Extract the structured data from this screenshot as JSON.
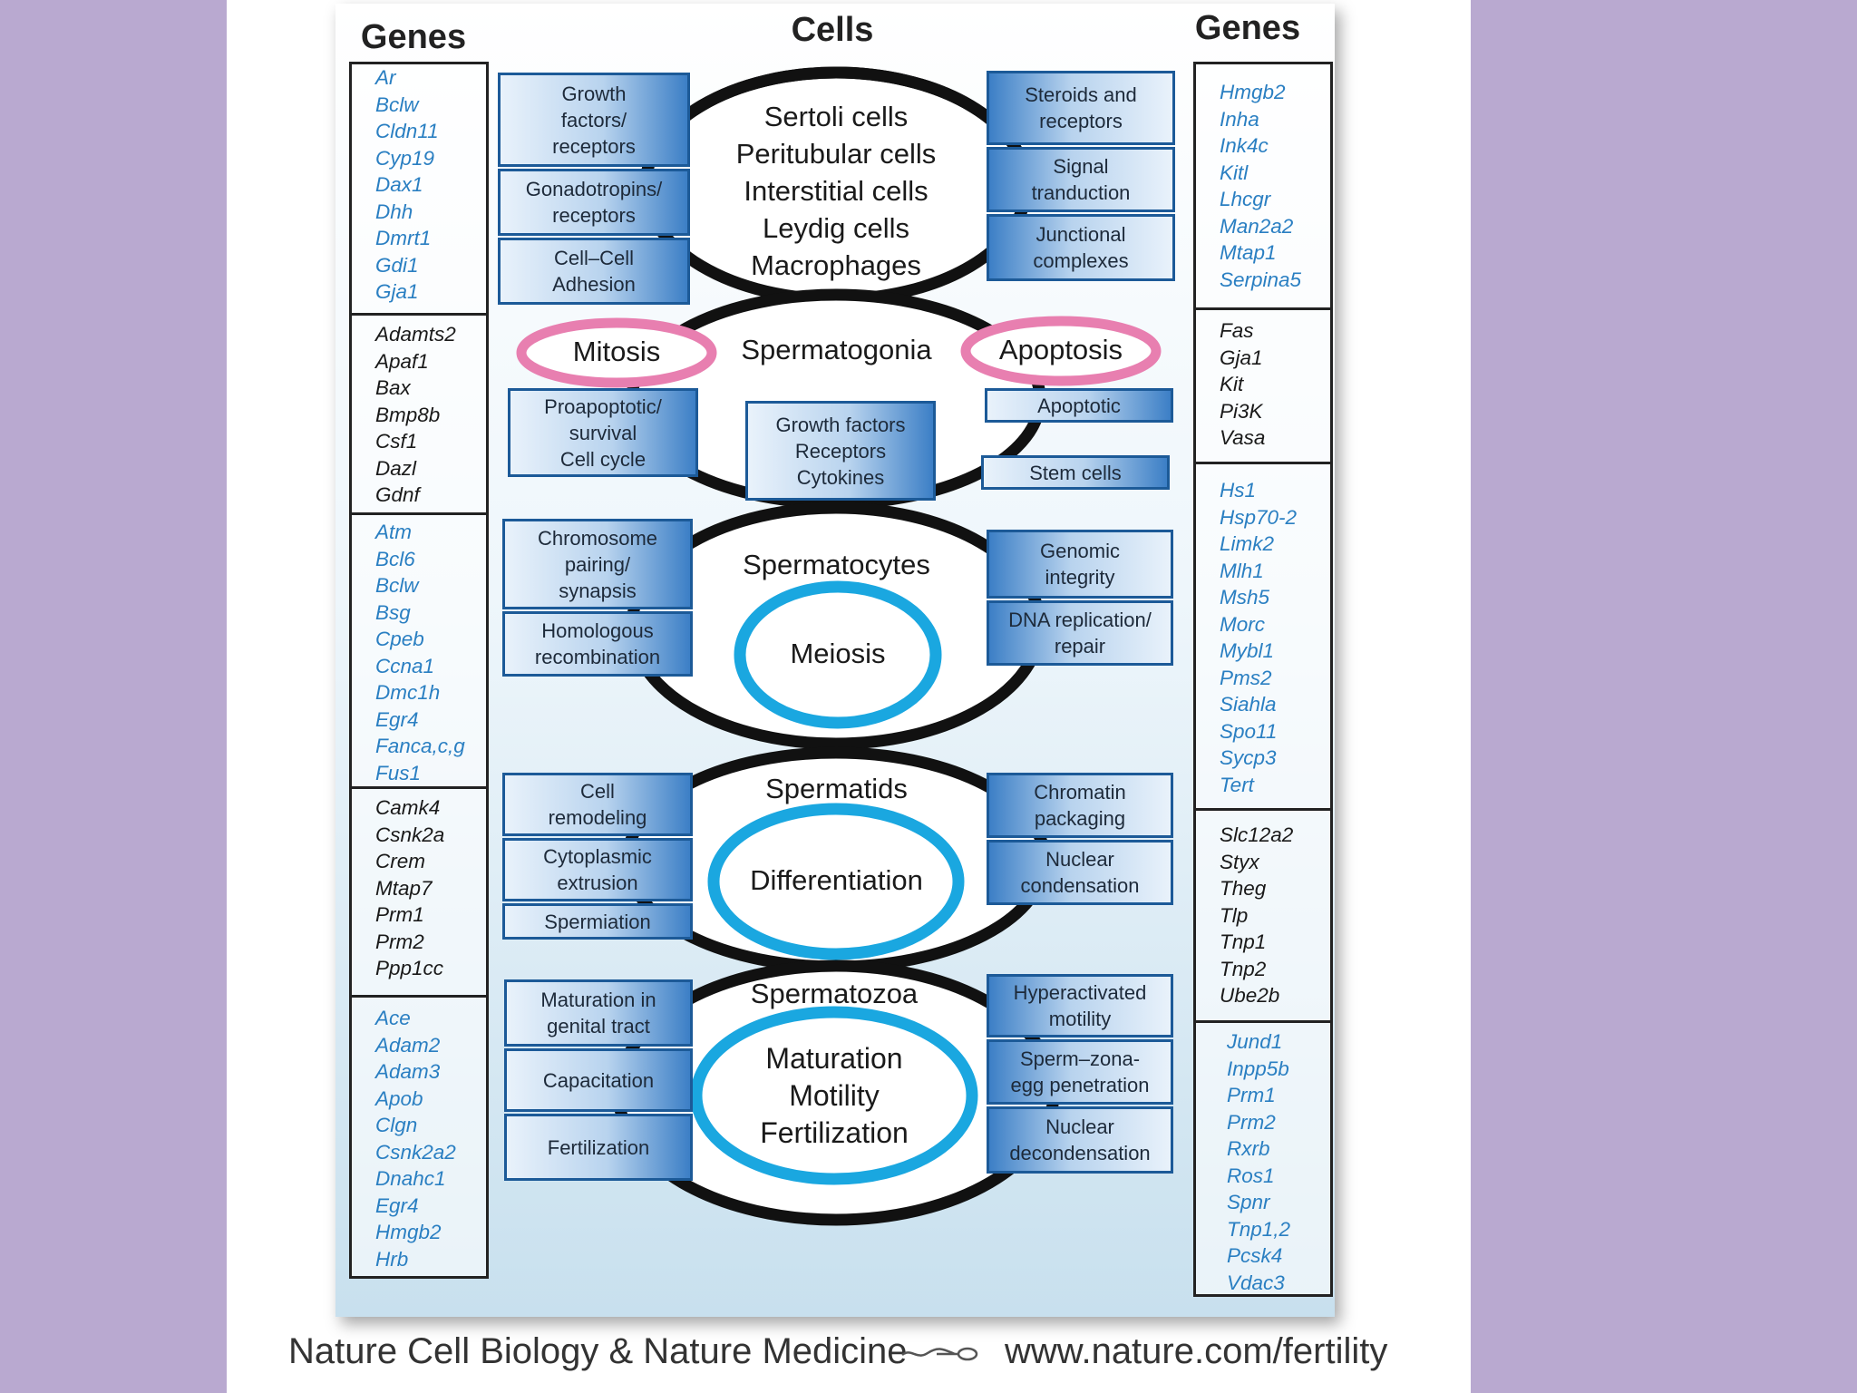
{
  "headers": {
    "genes_left": "Genes",
    "cells": "Cells",
    "genes_right": "Genes"
  },
  "left_gene_groups": [
    {
      "color": "blue",
      "genes": [
        "Ar",
        "Bclw",
        "Cldn11",
        "Cyp19",
        "Dax1",
        "Dhh",
        "Dmrt1",
        "Gdi1",
        "Gja1"
      ]
    },
    {
      "color": "dark",
      "genes": [
        "Adamts2",
        "Apaf1",
        "Bax",
        "Bmp8b",
        "Csf1",
        "Dazl",
        "Gdnf"
      ]
    },
    {
      "color": "blue",
      "genes": [
        "Atm",
        "Bcl6",
        "Bclw",
        "Bsg",
        "Cpeb",
        "Ccna1",
        "Dmc1h",
        "Egr4",
        "Fanca,c,g",
        "Fus1"
      ]
    },
    {
      "color": "dark",
      "genes": [
        "Camk4",
        "Csnk2a",
        "Crem",
        "Mtap7",
        "Prm1",
        "Prm2",
        "Ppp1cc"
      ]
    },
    {
      "color": "blue",
      "genes": [
        "Ace",
        "Adam2",
        "Adam3",
        "Apob",
        "Clgn",
        "Csnk2a2",
        "Dnahc1",
        "Egr4",
        "Hmgb2",
        "Hrb"
      ]
    }
  ],
  "right_gene_groups": [
    {
      "color": "blue",
      "genes": [
        "Hmgb2",
        "Inha",
        "Ink4c",
        "Kitl",
        "Lhcgr",
        "Man2a2",
        "Mtap1",
        "Serpina5"
      ]
    },
    {
      "color": "dark",
      "genes": [
        "Fas",
        "Gja1",
        "Kit",
        "Pi3K",
        "Vasa"
      ]
    },
    {
      "color": "blue",
      "genes": [
        "Hs1",
        "Hsp70-2",
        "Limk2",
        "Mlh1",
        "Msh5",
        "Morc",
        "Mybl1",
        "Pms2",
        "Siahla",
        "Spo11",
        "Sycp3",
        "Tert"
      ]
    },
    {
      "color": "dark",
      "genes": [
        "Slc12a2",
        "Styx",
        "Theg",
        "Tlp",
        "Tnp1",
        "Tnp2",
        "Ube2b"
      ]
    },
    {
      "color": "blue",
      "genes": [
        "Jund1",
        "Inpp5b",
        "Prm1",
        "Prm2",
        "Rxrb",
        "Ros1",
        "Spnr",
        "Tnp1,2",
        "Pcsk4",
        "Vdac3"
      ]
    }
  ],
  "somatic_cells": [
    "Sertoli cells",
    "Peritubular cells",
    "Interstitial cells",
    "Leydig cells",
    "Macrophages"
  ],
  "boxes": {
    "growth_factors_receptors": "Growth\nfactors/\nreceptors",
    "gonadotropins_receptors": "Gonadotropins/\nreceptors",
    "cell_cell_adhesion": "Cell–Cell\nAdhesion",
    "steroids_receptors": "Steroids and\nreceptors",
    "signal_tranduction": "Signal\ntranduction",
    "junctional_complexes": "Junctional\ncomplexes",
    "proapoptotic": "Proapoptotic/\nsurvival\nCell cycle",
    "growth_factors_cytokines": "Growth factors\nReceptors\nCytokines",
    "apoptotic": "Apoptotic",
    "stem_cells": "Stem cells",
    "chromosome_pairing": "Chromosome\npairing/\nsynapsis",
    "homologous_recombination": "Homologous\nrecombination",
    "genomic_integrity": "Genomic\nintegrity",
    "dna_replication": "DNA replication/\nrepair",
    "cell_remodeling": "Cell\nremodeling",
    "cytoplasmic_extrusion": "Cytoplasmic\nextrusion",
    "spermiation": "Spermiation",
    "chromatin_packaging": "Chromatin\npackaging",
    "nuclear_condensation": "Nuclear\ncondensation",
    "maturation_genital": "Maturation in\ngenital tract",
    "capacitation": "Capacitation",
    "fertilization_box": "Fertilization",
    "hyperactivated_motility": "Hyperactivated\nmotility",
    "sperm_zona": "Sperm–zona-\negg penetration",
    "nuclear_decondensation": "Nuclear\ndecondensation"
  },
  "stages": {
    "mitosis": "Mitosis",
    "spermatogonia": "Spermatogonia",
    "apoptosis": "Apoptosis",
    "spermatocytes": "Spermatocytes",
    "meiosis": "Meiosis",
    "spermatids": "Spermatids",
    "differentiation": "Differentiation",
    "spermatozoa": "Spermatozoa",
    "maturation_motility_fertilization": "Maturation\nMotility\nFertilization"
  },
  "caption": {
    "left": "Nature Cell Biology & Nature Medicine",
    "right": "www.nature.com/fertility"
  },
  "colors": {
    "background": "#b9a9d0",
    "box_blue": "#3c7fc6",
    "ring_cyan": "#1aa7e0",
    "ring_pink": "#e87fb0",
    "gene_blue": "#2a7fc2"
  }
}
